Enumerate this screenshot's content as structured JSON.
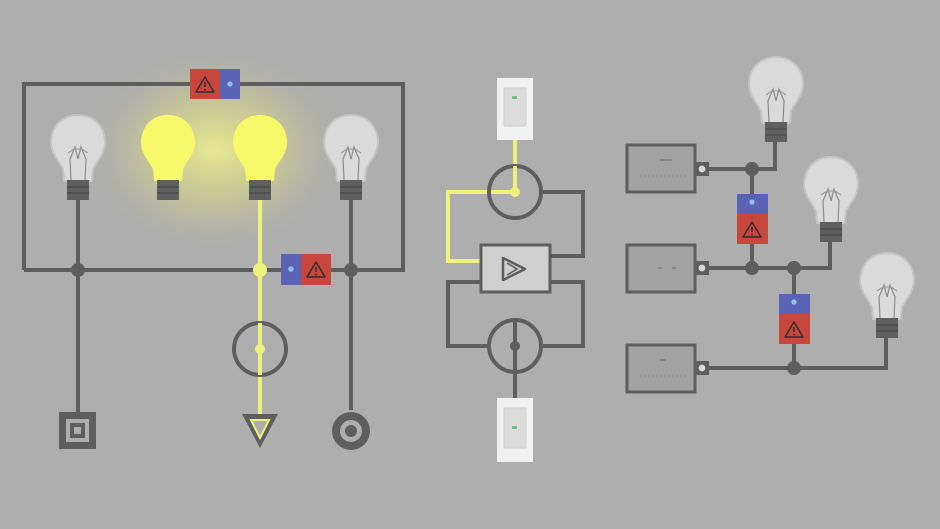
{
  "scene": "circuit-puzzle",
  "colors": {
    "background": "#aeaeae",
    "wire_off": "#5e5e5e",
    "wire_on": "#eef27a",
    "bulb_off_glass": "#d6d6d6",
    "bulb_on_glass": "#f7f86a",
    "bulb_base": "#5f5f5f",
    "glow": "#f4f38a",
    "warning_red": "#c8463c",
    "connector_blue": "#5a63b6",
    "switch_plate": "#f1f1f1",
    "battery_gray": "#9a9a9a"
  },
  "left_circuit": {
    "bulbs": [
      {
        "id": "bulb-1",
        "lit": false
      },
      {
        "id": "bulb-2",
        "lit": true
      },
      {
        "id": "bulb-3",
        "lit": true
      },
      {
        "id": "bulb-4",
        "lit": false
      }
    ],
    "fuses": [
      {
        "id": "fuse-top",
        "state": "warning"
      },
      {
        "id": "fuse-middle",
        "state": "warning"
      }
    ],
    "terminals": [
      "square-terminal",
      "triangle-terminal",
      "round-terminal"
    ],
    "dials": [
      {
        "id": "dial-left",
        "powered": true
      }
    ]
  },
  "middle_circuit": {
    "switches": [
      {
        "id": "switch-top",
        "indicator": "green"
      },
      {
        "id": "switch-bottom",
        "indicator": "green"
      }
    ],
    "dials": [
      {
        "id": "dial-top",
        "powered": true
      },
      {
        "id": "dial-bottom",
        "powered": false
      }
    ],
    "logic_gate": {
      "id": "amplifier-gate",
      "symbol": "triangle"
    }
  },
  "right_circuit": {
    "batteries": [
      "battery-1",
      "battery-2",
      "battery-3"
    ],
    "bulbs": [
      {
        "id": "bulb-5",
        "lit": false
      },
      {
        "id": "bulb-6",
        "lit": false
      },
      {
        "id": "bulb-7",
        "lit": false
      }
    ],
    "fuses": [
      {
        "id": "fuse-right-1",
        "state": "warning"
      },
      {
        "id": "fuse-right-2",
        "state": "warning"
      }
    ]
  }
}
